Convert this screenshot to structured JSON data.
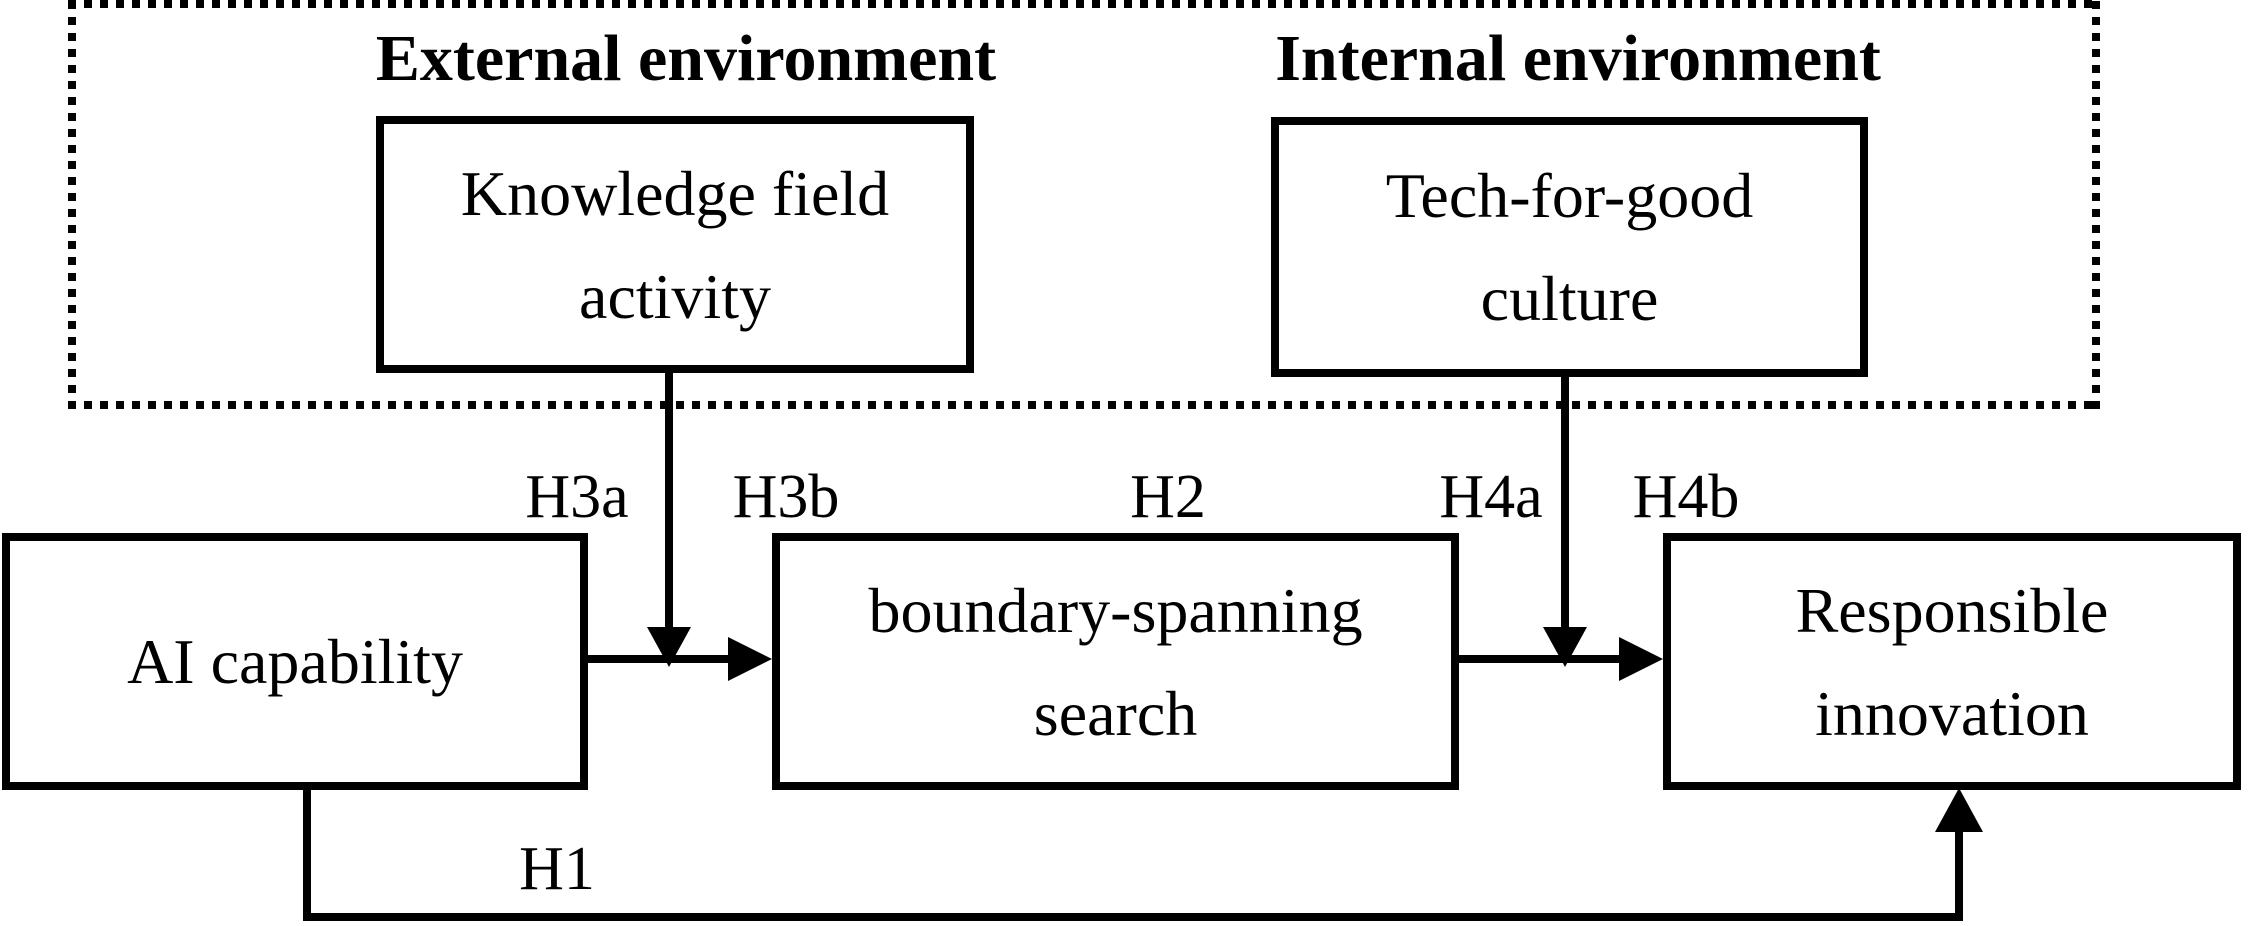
{
  "colors": {
    "ink": "#000000",
    "background": "#ffffff"
  },
  "headers": {
    "external": "External environment",
    "internal": "Internal environment"
  },
  "boxes": {
    "knowledge": {
      "line1": "Knowledge field",
      "line2": "activity"
    },
    "tech": {
      "line1": "Tech-for-good",
      "line2": "culture"
    },
    "ai": {
      "line1": "AI capability"
    },
    "boundary": {
      "line1": "boundary-spanning",
      "line2": "search"
    },
    "responsible": {
      "line1": "Responsible",
      "line2": "innovation"
    }
  },
  "labels": {
    "h1": "H1",
    "h2": "H2",
    "h3a": "H3a",
    "h3b": "H3b",
    "h4a": "H4a",
    "h4b": "H4b"
  }
}
